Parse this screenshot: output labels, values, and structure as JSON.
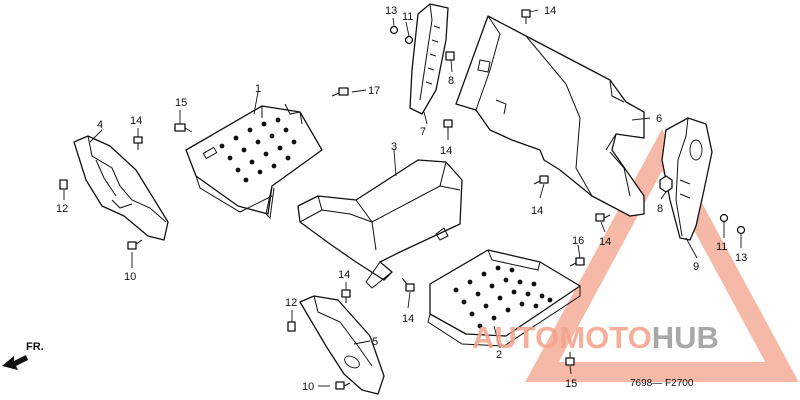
{
  "diagram_code": "7698— F2700",
  "front_indicator": "FR.",
  "watermark": {
    "part1": "AUTOMOTO",
    "part2": "HUB",
    "color_primary": "#f4a28a",
    "color_secondary": "#9a9a9a",
    "color_accent": "#f9c23c"
  },
  "callouts": [
    "1",
    "2",
    "3",
    "4",
    "5",
    "6",
    "7",
    "8",
    "8",
    "9",
    "10",
    "10",
    "11",
    "11",
    "12",
    "12",
    "13",
    "13",
    "14",
    "14",
    "14",
    "14",
    "14",
    "14",
    "14",
    "15",
    "15",
    "16",
    "17"
  ]
}
